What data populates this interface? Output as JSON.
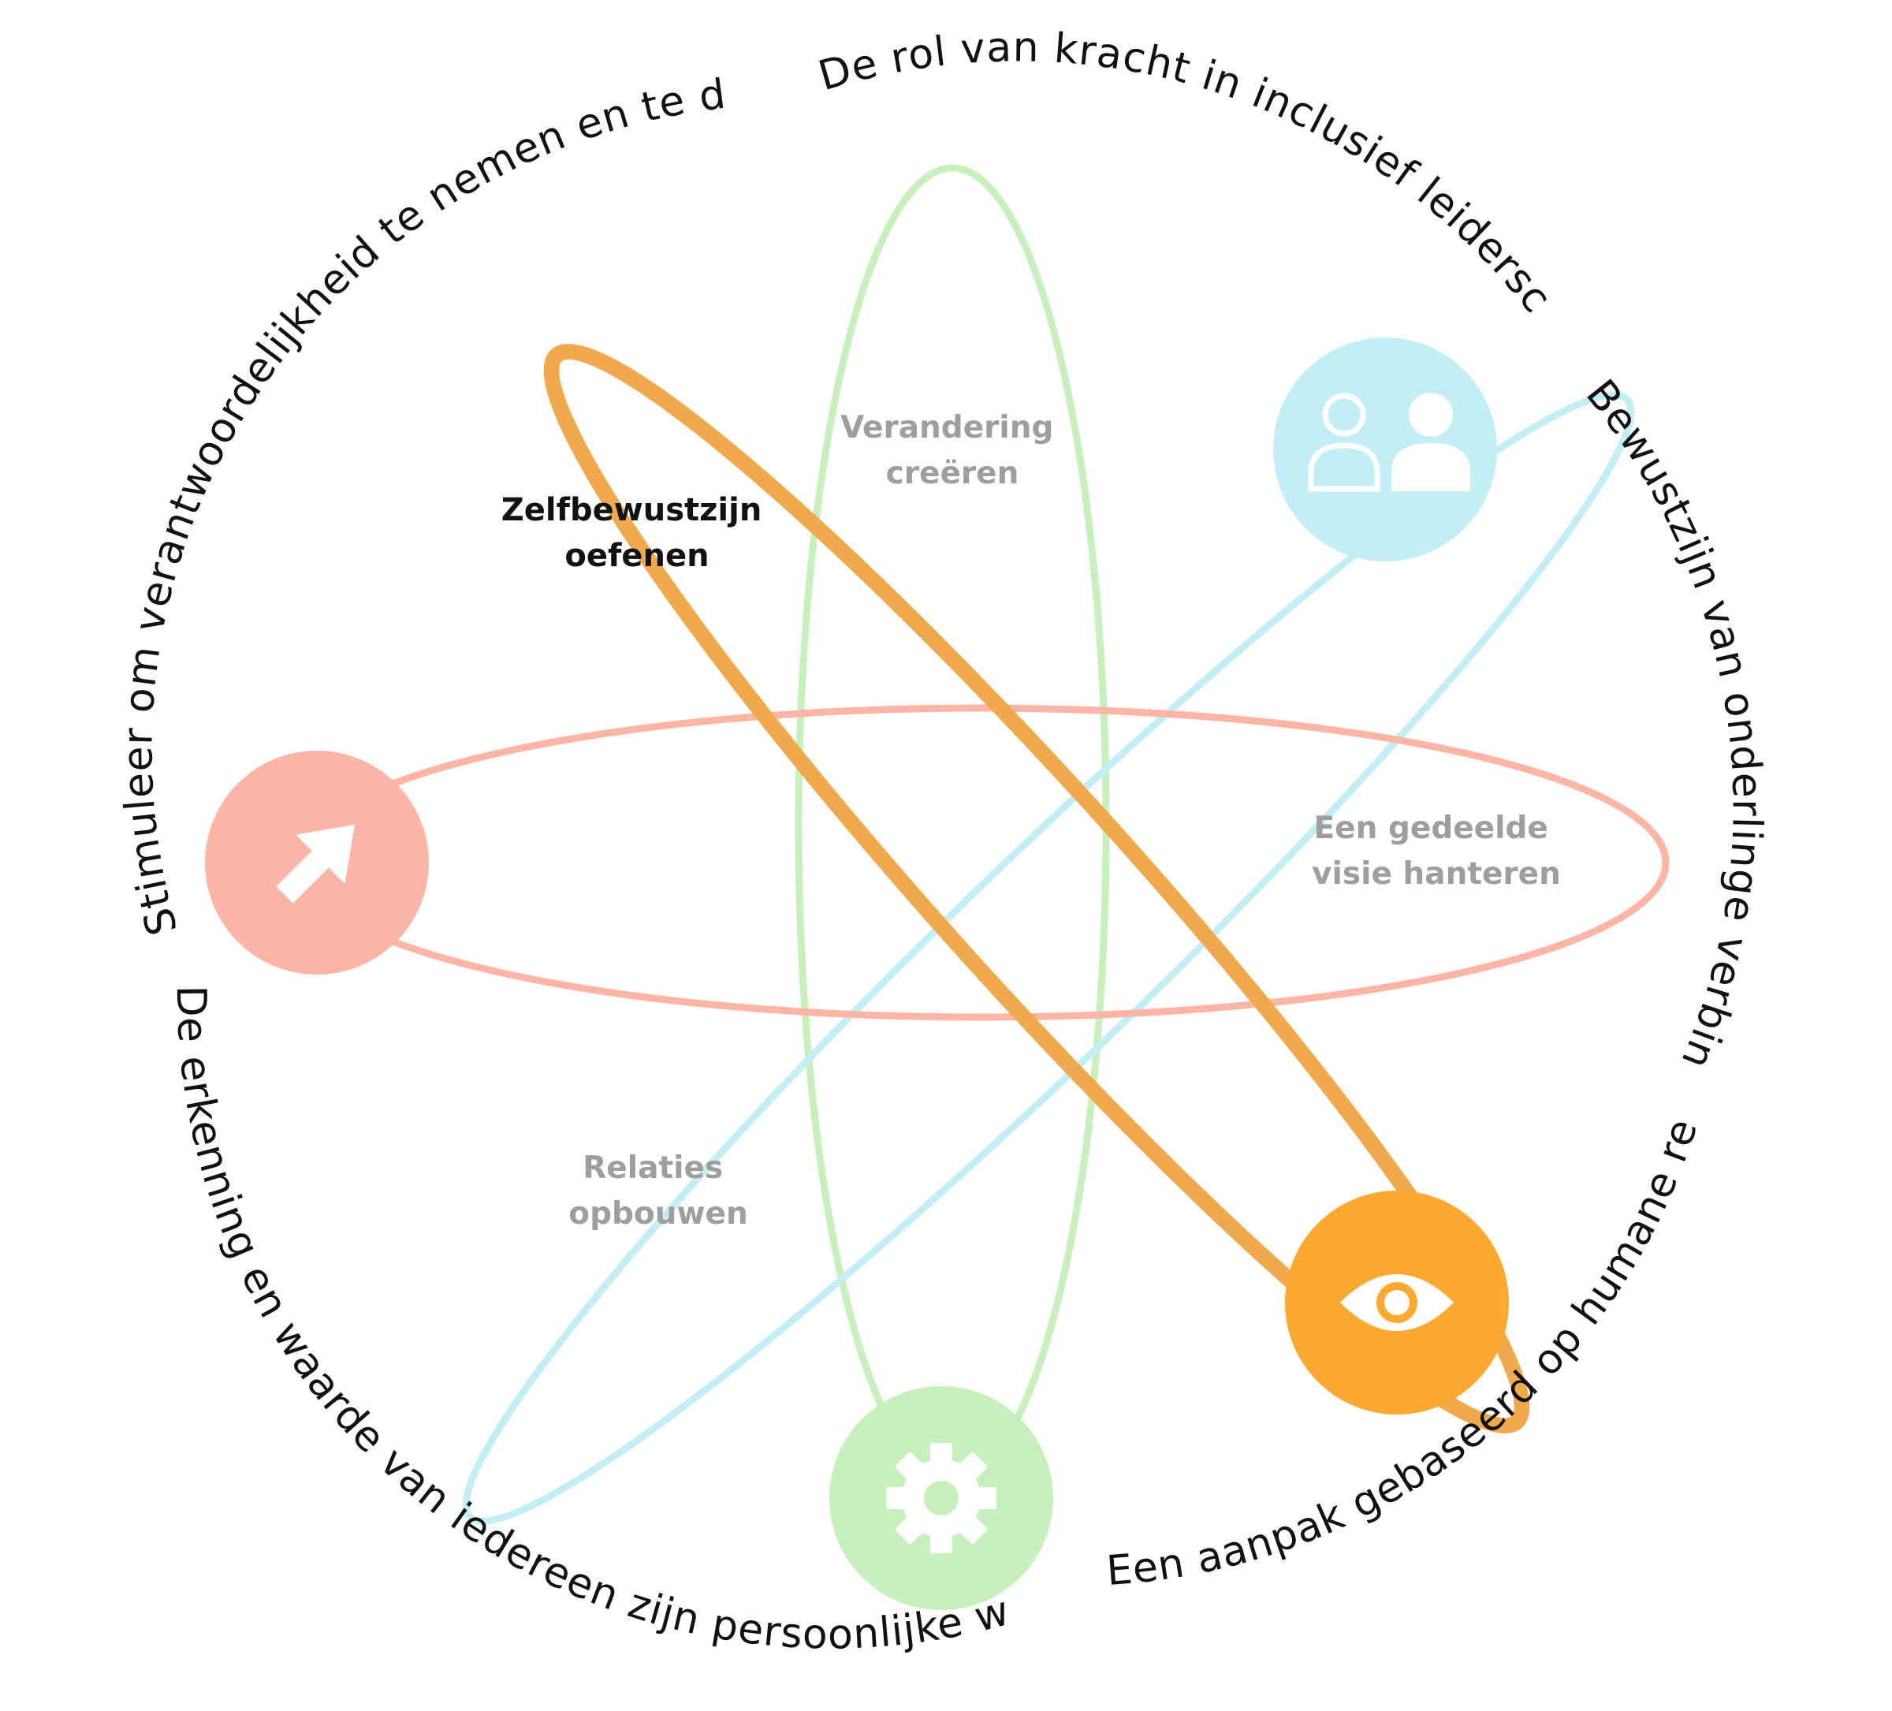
{
  "colors": {
    "green": "#c7f0bd",
    "blue": "#c4eef6",
    "salmon": "#fdb6a5",
    "orange": "#f0a94c",
    "orange_node": "#fba931",
    "text": "#111111",
    "muted": "#9e9e9e"
  },
  "ring_texts": {
    "top": "De rol van kracht in inclusief leiderschap",
    "right": "Bewustzijn van onderlinge verbinding",
    "bottom_right": "Een aanpak gebaseerd op humane rechten",
    "bottom_left": "De erkenning en waarde van iedereen zijn persoonlijke waarde",
    "left": "Stimuleer om verantwoordelijkheid te nemen en te delen"
  },
  "labels": {
    "verandering": {
      "line1": "Verandering",
      "line2": "creëren"
    },
    "zelfbewustzijn": {
      "line1": "Zelfbewustzijn",
      "line2": "oefenen"
    },
    "visie": {
      "line1": "Een gedeelde",
      "line2": "visie hanteren"
    },
    "relaties": {
      "line1": "Relaties",
      "line2": "opbouwen"
    }
  },
  "icons": {
    "people": "people-icon",
    "arrow": "arrow-up-right-icon",
    "eye": "eye-icon",
    "gear": "gear-icon"
  }
}
